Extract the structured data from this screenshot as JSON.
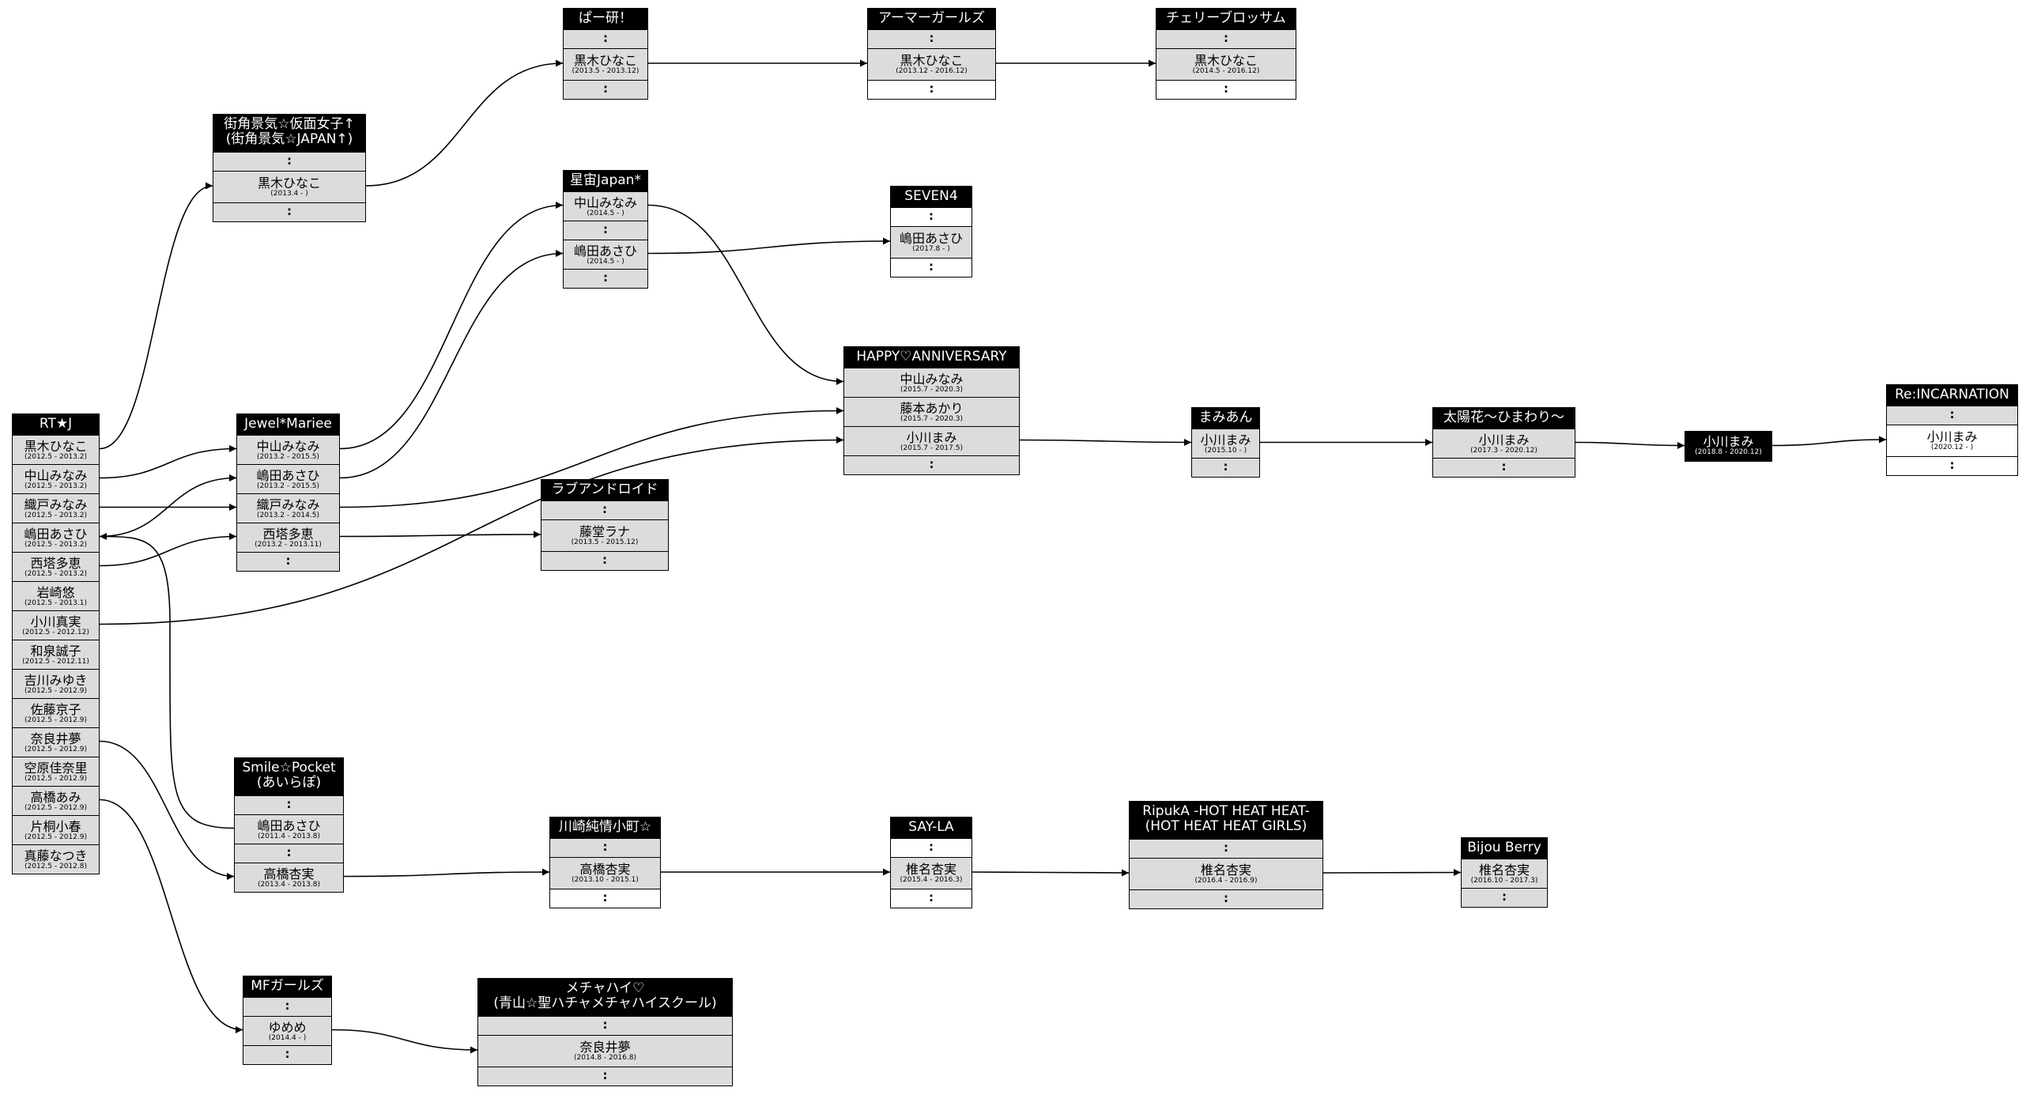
{
  "nodes": [
    {
      "id": "rtj",
      "title": "RT★J",
      "rows": [
        {
          "name": "黒木ひなこ",
          "period": "(2012.5 - 2013.2)"
        },
        {
          "name": "中山みなみ",
          "period": "(2012.5 - 2013.2)"
        },
        {
          "name": "織戸みなみ",
          "period": "(2012.5 - 2013.2)"
        },
        {
          "name": "嶋田あさひ",
          "period": "(2012.5 - 2013.2)"
        },
        {
          "name": "西塔多恵",
          "period": "(2012.5 - 2013.2)"
        },
        {
          "name": "岩崎悠",
          "period": "(2012.5 - 2013.1)"
        },
        {
          "name": "小川真実",
          "period": "(2012.5 - 2012.12)"
        },
        {
          "name": "和泉誠子",
          "period": "(2012.5 - 2012.11)"
        },
        {
          "name": "吉川みゆき",
          "period": "(2012.5 - 2012.9)"
        },
        {
          "name": "佐藤京子",
          "period": "(2012.5 - 2012.9)"
        },
        {
          "name": "奈良井夢",
          "period": "(2012.5 - 2012.9)"
        },
        {
          "name": "空原佳奈里",
          "period": "(2012.5 - 2012.9)"
        },
        {
          "name": "高橋あみ",
          "period": "(2012.5 - 2012.9)"
        },
        {
          "name": "片桐小春",
          "period": "(2012.5 - 2012.9)"
        },
        {
          "name": "真藤なつき",
          "period": "(2012.5 - 2012.8)"
        }
      ]
    },
    {
      "id": "gaikaku",
      "title": "街角景気☆仮面女子↑\n(街角景気☆JAPAN↑)",
      "rows": [
        {
          "dots": ":"
        },
        {
          "name": "黒木ひなこ",
          "period": "(2013.4 - )"
        },
        {
          "dots": ":"
        }
      ]
    },
    {
      "id": "jewel",
      "title": "Jewel*Mariee",
      "rows": [
        {
          "name": "中山みなみ",
          "period": "(2013.2 - 2015.5)"
        },
        {
          "name": "嶋田あさひ",
          "period": "(2013.2 - 2015.5)"
        },
        {
          "name": "織戸みなみ",
          "period": "(2013.2 - 2014.5)"
        },
        {
          "name": "西塔多恵",
          "period": "(2013.2 - 2013.11)"
        },
        {
          "dots": ":"
        }
      ]
    },
    {
      "id": "smile",
      "title": "Smile☆Pocket\n(あいらぽ)",
      "rows": [
        {
          "dots": ":"
        },
        {
          "name": "嶋田あさひ",
          "period": "(2011.4 - 2013.8)"
        },
        {
          "dots": ":"
        },
        {
          "name": "高橋杏実",
          "period": "(2013.4 - 2013.8)"
        }
      ]
    },
    {
      "id": "mf",
      "title": "MFガールズ",
      "rows": [
        {
          "dots": ":"
        },
        {
          "name": "ゆめめ",
          "period": "(2014.4 - )"
        },
        {
          "dots": ":"
        }
      ]
    },
    {
      "id": "paken",
      "title": "ぱー研！",
      "rows": [
        {
          "dots": ":"
        },
        {
          "name": "黒木ひなこ",
          "period": "(2013.5 - 2013.12)"
        },
        {
          "dots": ":"
        }
      ]
    },
    {
      "id": "seichu",
      "title": "星宙Japan*",
      "rows": [
        {
          "name": "中山みなみ",
          "period": "(2014.5 - )"
        },
        {
          "dots": ":"
        },
        {
          "name": "嶋田あさひ",
          "period": "(2014.5 - )"
        },
        {
          "dots": ":"
        }
      ]
    },
    {
      "id": "love",
      "title": "ラブアンドロイド",
      "rows": [
        {
          "dots": ":"
        },
        {
          "name": "藤堂ラナ",
          "period": "(2013.5 - 2015.12)"
        },
        {
          "dots": ":"
        }
      ]
    },
    {
      "id": "kawasaki",
      "title": "川崎純情小町☆",
      "rows": [
        {
          "dots": ":"
        },
        {
          "name": "高橋杏実",
          "period": "(2013.10 - 2015.1)"
        },
        {
          "dots": ":"
        }
      ]
    },
    {
      "id": "mecha",
      "title": "メチャハイ♡\n(青山☆聖ハチャメチャハイスクール)",
      "rows": [
        {
          "dots": ":"
        },
        {
          "name": "奈良井夢",
          "period": "(2014.8 - 2016.8)"
        },
        {
          "dots": ":"
        }
      ]
    },
    {
      "id": "armor",
      "title": "アーマーガールズ",
      "rows": [
        {
          "dots": ":"
        },
        {
          "name": "黒木ひなこ",
          "period": "(2013.12 - 2016.12)"
        },
        {
          "dots": ":"
        }
      ]
    },
    {
      "id": "seven4",
      "title": "SEVEN4",
      "rows": [
        {
          "dots": ":"
        },
        {
          "name": "嶋田あさひ",
          "period": "(2017.8 - )"
        },
        {
          "dots": ":"
        }
      ]
    },
    {
      "id": "happy",
      "title": "HAPPY♡ANNIVERSARY",
      "rows": [
        {
          "name": "中山みなみ",
          "period": "(2015.7 - 2020.3)"
        },
        {
          "name": "藤本あかり",
          "period": "(2015.7 - 2020.3)"
        },
        {
          "name": "小川まみ",
          "period": "(2015.7 - 2017.5)"
        },
        {
          "dots": ":"
        }
      ]
    },
    {
      "id": "sayla",
      "title": "SAY-LA",
      "rows": [
        {
          "dots": ":"
        },
        {
          "name": "椎名杏実",
          "period": "(2015.4 - 2016.3)"
        },
        {
          "dots": ":"
        }
      ]
    },
    {
      "id": "cherry",
      "title": "チェリーブロッサム",
      "rows": [
        {
          "dots": ":"
        },
        {
          "name": "黒木ひなこ",
          "period": "(2014.5 - 2016.12)"
        },
        {
          "dots": ":"
        }
      ]
    },
    {
      "id": "mamian",
      "title": "まみあん",
      "rows": [
        {
          "name": "小川まみ",
          "period": "(2015.10 - )"
        },
        {
          "dots": ":"
        }
      ]
    },
    {
      "id": "ripuka",
      "title": "RipukA -HOT HEAT HEAT-\n(HOT HEAT HEAT GIRLS)",
      "rows": [
        {
          "dots": ":"
        },
        {
          "name": "椎名杏実",
          "period": "(2016.4 - 2016.9)"
        },
        {
          "dots": ":"
        }
      ]
    },
    {
      "id": "taiyo",
      "title": "太陽花～ひまわり～",
      "rows": [
        {
          "name": "小川まみ",
          "period": "(2017.3 - 2020.12)"
        },
        {
          "dots": ":"
        }
      ]
    },
    {
      "id": "bijou",
      "title": "Bijou Berry",
      "rows": [
        {
          "name": "椎名杏実",
          "period": "(2016.10 - 2017.3)"
        },
        {
          "dots": ":"
        }
      ]
    },
    {
      "id": "ogawa",
      "title": "",
      "rows": [
        {
          "name": "小川まみ",
          "period": "(2018.8 - 2020.12)"
        }
      ]
    },
    {
      "id": "reinc",
      "title": "Re:INCARNATION",
      "rows": [
        {
          "dots": ":"
        },
        {
          "name": "小川まみ",
          "period": "(2020.12 - )"
        },
        {
          "dots": ":"
        }
      ]
    }
  ]
}
